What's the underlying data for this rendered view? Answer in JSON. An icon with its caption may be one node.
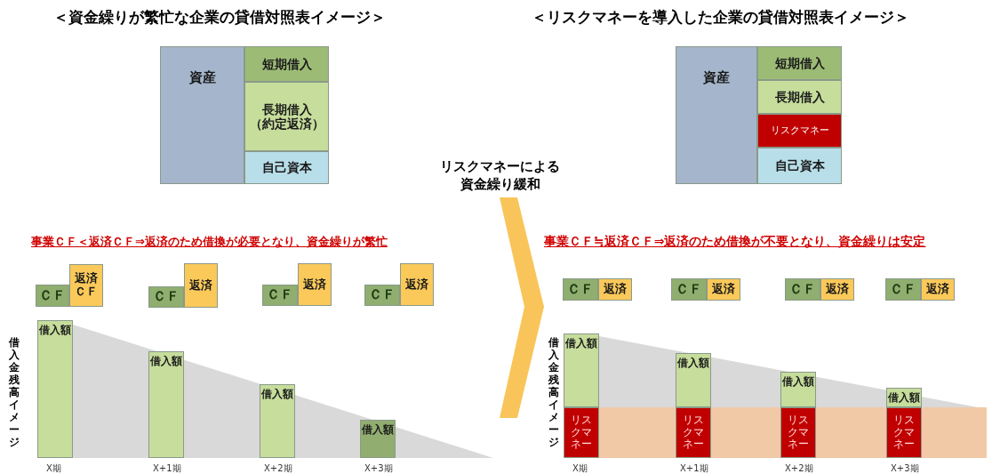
{
  "diagram": {
    "nodes": [
      {
        "text": [
          "資産"
        ]
      },
      {
        "text": [
          "短期借入"
        ]
      },
      {
        "text": [
          "長期借入（約定返済）"
        ]
      },
      {
        "text": [
          "自己資本"
        ]
      },
      {
        "text": [
          "資産"
        ]
      },
      {
        "text": [
          "短期借入"
        ]
      },
      {
        "text": [
          "長期借入"
        ]
      },
      {
        "text": [
          "リスクマネー"
        ]
      },
      {
        "text": [
          "自己資本"
        ]
      },
      {
        "text": [
          "ＣＦ"
        ]
      },
      {
        "text": [
          "返済ＣＦ"
        ]
      },
      {
        "text": [
          "ＣＦ"
        ]
      },
      {
        "text": [
          "返済"
        ]
      },
      {
        "text": [
          "ＣＦ"
        ]
      },
      {
        "text": [
          "返済"
        ]
      },
      {
        "text": [
          "ＣＦ"
        ]
      },
      {
        "text": [
          "返済"
        ]
      },
      {
        "text": [
          "ＣＦ"
        ]
      },
      {
        "text": [
          "返済"
        ]
      },
      {
        "text": [
          "ＣＦ"
        ]
      },
      {
        "text": [
          "返済"
        ]
      },
      {
        "text": [
          "ＣＦ"
        ]
      },
      {
        "text": [
          "返済"
        ]
      },
      {
        "text": [
          "ＣＦ"
        ]
      },
      {
        "text": [
          "返済"
        ]
      },
      {
        "text": [
          "借入額"
        ]
      },
      {
        "text": [
          "借入額"
        ]
      },
      {
        "text": [
          "借入額"
        ]
      },
      {
        "text": [
          "借入額"
        ]
      },
      {
        "text": [
          "借入額"
        ]
      },
      {
        "text": [
          "借入額"
        ]
      },
      {
        "text": [
          "借入額"
        ]
      },
      {
        "text": [
          "借入額"
        ]
      },
      {
        "text": [
          "リスクマネー"
        ]
      },
      {
        "text": [
          "リスクマネー"
        ]
      },
      {
        "text": [
          "リスクマネー"
        ]
      },
      {
        "text": [
          "リスクマネー"
        ]
      }
    ],
    "edges": [],
    "labels": [
      "＜資金繰りが繁忙な企業の貸借対照表イメージ＞",
      "＜リスクマネーを導入した企業の貸借対照表イメージ＞",
      "リスクマネーによる資金繰り緩和",
      "事業ＣＦ＜返済ＣＦ⇒返済のため借換が必要となり、資金繰りが繁忙",
      "事業ＣＦ≒返済ＣＦ⇒返済のため借換が不要となり、資金繰りは安定",
      "借入金残高イメージ",
      "X期",
      "X+1期",
      "X+2期",
      "X+3期",
      "借入金残高イメージ",
      "X期",
      "X+1期",
      "X+2期",
      "X+3期"
    ]
  }
}
